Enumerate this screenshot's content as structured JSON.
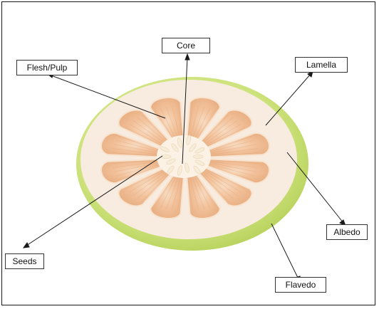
{
  "labels": {
    "core": "Core",
    "flesh_pulp": "Flesh/Pulp",
    "lamella": "Lamella",
    "albedo": "Albedo",
    "seeds": "Seeds",
    "flavedo": "Flavedo"
  },
  "colors": {
    "flavedo": "#cbe27a",
    "albedo": "#f7ecdf",
    "pulp": "#eeb98e",
    "pulp_light": "#f6d2b3",
    "core": "#fff6ea",
    "seed": "#f6ecd7",
    "line": "#1a1a1a"
  }
}
